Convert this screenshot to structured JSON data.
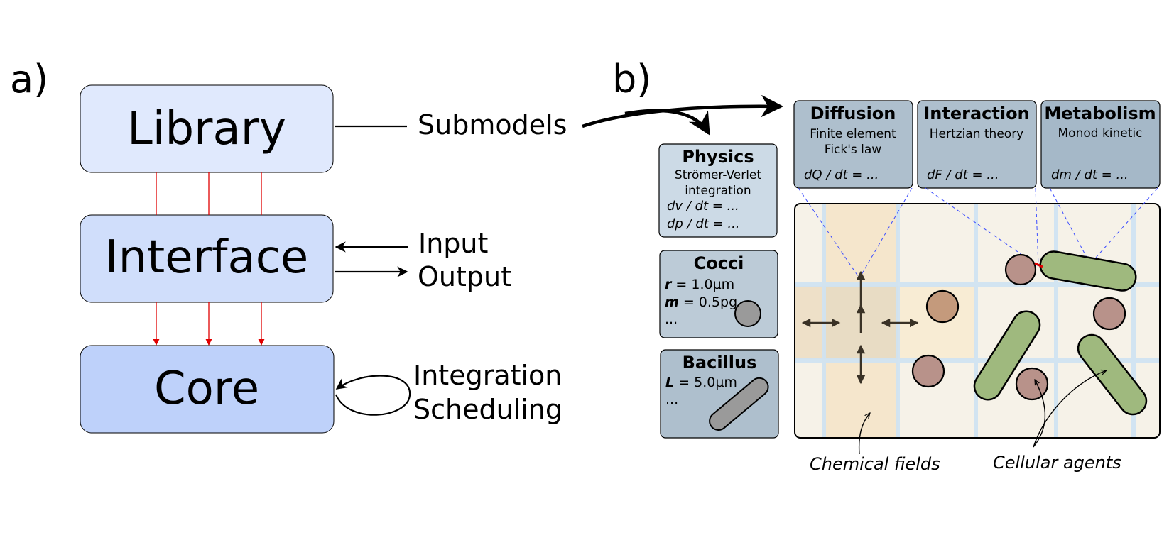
{
  "panel_a": {
    "letter": "a)",
    "boxes": {
      "library": "Library",
      "interface": "Interface",
      "core": "Core"
    },
    "side_labels": {
      "submodels": "Submodels",
      "input": "Input",
      "output": "Output",
      "integration": "Integration",
      "scheduling": "Scheduling"
    },
    "colors": {
      "library": "#e0e9fd",
      "interface": "#d0defb",
      "core": "#bed1fa",
      "arrows": "#e00000"
    }
  },
  "panel_b": {
    "letter": "b)",
    "physics": {
      "title": "Physics",
      "line1": "Strömer-Verlet",
      "line2": "integration",
      "eq1": "dv / dt = ...",
      "eq2": "dp / dt = ..."
    },
    "cocci": {
      "title": "Cocci",
      "r_sym": "r",
      "r_val": " = 1.0µm",
      "m_sym": "m",
      "m_val": " = 0.5pg",
      "more": "..."
    },
    "bacillus": {
      "title": "Bacillus",
      "l_sym": "L",
      "l_val": " = 5.0µm",
      "more": "..."
    },
    "diffusion": {
      "title": "Diffusion",
      "line1": "Finite element",
      "line2": "Fick's law",
      "eq": "dQ / dt = ..."
    },
    "interaction": {
      "title": "Interaction",
      "line1": "Hertzian theory",
      "eq": "dF / dt = ..."
    },
    "metabolism": {
      "title": "Metabolism",
      "line1": "Monod kinetic",
      "eq": "dm / dt = ..."
    },
    "captions": {
      "chemical": "Chemical fields",
      "cellular": "Cellular agents"
    },
    "colors": {
      "card_light": "#ccdae6",
      "card_mid": "#bccbd7",
      "card_dark": "#aebfcd",
      "coccus": "#b8928a",
      "bacillus": "#9fb97e",
      "field": "#f6f2e8",
      "field_hot": "#f5e6cc",
      "grid": "#cfe3f3"
    }
  }
}
